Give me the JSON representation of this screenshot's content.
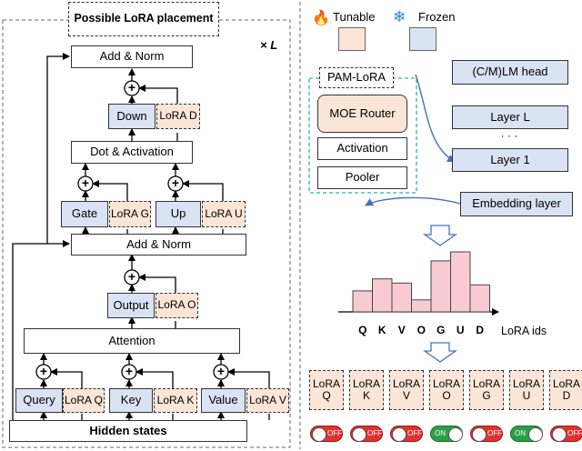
{
  "left": {
    "title": "Possible LoRA placement",
    "repeat": "× L",
    "add_norm_top": "Add & Norm",
    "down": "Down",
    "lora_d": "LoRA D",
    "dot_activation": "Dot & Activation",
    "gate": "Gate",
    "lora_g": "LoRA G",
    "up": "Up",
    "lora_u": "LoRA U",
    "add_norm_mid": "Add & Norm",
    "output": "Output",
    "lora_o": "LoRA O",
    "attention": "Attention",
    "query": "Query",
    "lora_q": "LoRA Q",
    "key": "Key",
    "lora_k": "LoRA K",
    "value": "Value",
    "lora_v": "LoRA V",
    "hidden_states": "Hidden states",
    "plus": "+"
  },
  "right": {
    "legend_tunable": "Tunable",
    "legend_frozen": "Frozen",
    "pam_title": "PAM-LoRA",
    "moe_router": "MOE Router",
    "activation": "Activation",
    "pooler": "Pooler",
    "lm_head": "(C/M)LM head",
    "layer_l": "Layer L",
    "dots": "· · ·",
    "layer_1": "Layer 1",
    "embedding": "Embedding layer",
    "lora_ids_label": "LoRA ids",
    "lora_chips": [
      {
        "line1": "LoRA",
        "line2": "Q",
        "state": "OFF"
      },
      {
        "line1": "LoRA",
        "line2": "K",
        "state": "OFF"
      },
      {
        "line1": "LoRA",
        "line2": "V",
        "state": "OFF"
      },
      {
        "line1": "LoRA",
        "line2": "O",
        "state": "ON"
      },
      {
        "line1": "LoRA",
        "line2": "G",
        "state": "OFF"
      },
      {
        "line1": "LoRA",
        "line2": "U",
        "state": "ON"
      },
      {
        "line1": "LoRA",
        "line2": "D",
        "state": "OFF"
      }
    ]
  },
  "colors": {
    "tunable": "#fbe5d6",
    "frozen": "#dae3f3",
    "histogram_fill": "#f8cbd3",
    "arrow_blue": "#4472c4",
    "pam_border": "#2ab0b0",
    "on": "#2e9e46",
    "off": "#e03030"
  },
  "chart_data": {
    "type": "bar",
    "categories": [
      "Q",
      "K",
      "V",
      "O",
      "G",
      "U",
      "D"
    ],
    "values": [
      0.35,
      0.55,
      0.48,
      0.2,
      0.85,
      1.0,
      0.45
    ],
    "xlabel": "LoRA ids",
    "ylabel": ""
  }
}
